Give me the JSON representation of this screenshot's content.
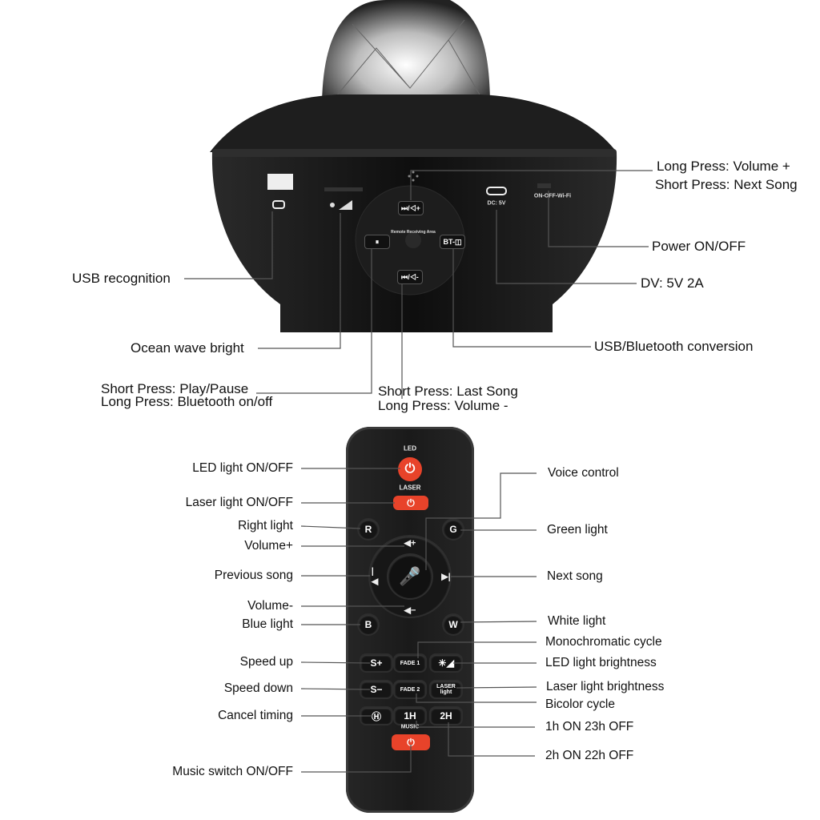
{
  "device": {
    "panel": {
      "next_button": "⏭/◁+",
      "prev_button": "⏮/◁-",
      "pause_button": "⏸",
      "bt_button": "BT-◫",
      "remote_area": "Remote Receiving Area",
      "dc_label": "DC: 5V",
      "switch_label": "ON-OFF-Wi-Fi"
    },
    "callouts": {
      "next_song": [
        "Long Press: Volume +",
        "Short Press: Next Song"
      ],
      "power": "Power ON/OFF",
      "dv": "DV: 5V 2A",
      "usb_recognition": "USB recognition",
      "ocean_wave": "Ocean wave bright",
      "play_pause": [
        "Short Press: Play/Pause",
        "Long Press: Bluetooth on/off"
      ],
      "last_song": [
        "Short Press: Last Song",
        "Long Press: Volume -"
      ],
      "usb_bt": "USB/Bluetooth conversion"
    }
  },
  "remote": {
    "buttons": {
      "led": "LED",
      "laser": "LASER",
      "r": "R",
      "g": "G",
      "b": "B",
      "w": "W",
      "s_plus": "S+",
      "s_minus": "S−",
      "fade1": "FADE 1",
      "fade2": "FADE 2",
      "laser_light": "LASER light",
      "h1": "1H",
      "h2": "2H",
      "music": "MUSIC"
    },
    "left_labels": {
      "led": "LED light ON/OFF",
      "laser": "Laser light ON/OFF",
      "right_light": "Right light",
      "vol_up": "Volume+",
      "prev": "Previous song",
      "vol_down": "Volume-",
      "blue": "Blue light",
      "speed_up": "Speed up",
      "speed_down": "Speed down",
      "cancel": "Cancel timing",
      "music": "Music switch ON/OFF"
    },
    "right_labels": {
      "voice": "Voice control",
      "green": "Green light",
      "next": "Next song",
      "white": "White light",
      "mono": "Monochromatic cycle",
      "led_bright": "LED light brightness",
      "laser_bright": "Laser light brightness",
      "bicolor": "Bicolor cycle",
      "h1": "1h ON 23h OFF",
      "h2": "2h ON 22h OFF"
    }
  },
  "colors": {
    "accent_red": "#e8432a",
    "device_body": "#151515"
  }
}
